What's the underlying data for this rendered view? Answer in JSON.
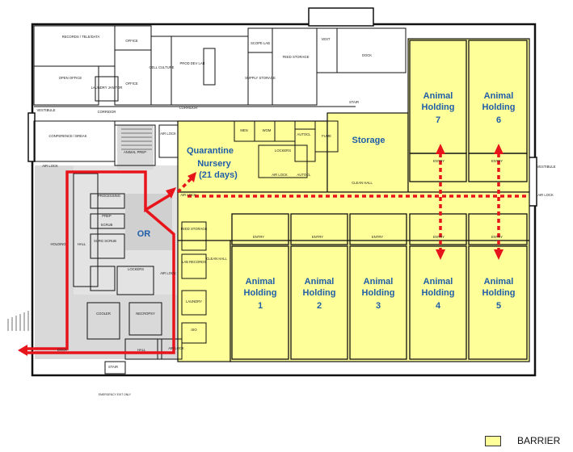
{
  "holding_rooms": [
    {
      "id": "h7",
      "line1": "Animal",
      "line2": "Holding",
      "num": "7"
    },
    {
      "id": "h6",
      "line1": "Animal",
      "line2": "Holding",
      "num": "6"
    },
    {
      "id": "h1",
      "line1": "Animal",
      "line2": "Holding",
      "num": "1"
    },
    {
      "id": "h2",
      "line1": "Animal",
      "line2": "Holding",
      "num": "2"
    },
    {
      "id": "h3",
      "line1": "Animal",
      "line2": "Holding",
      "num": "3"
    },
    {
      "id": "h4",
      "line1": "Animal",
      "line2": "Holding",
      "num": "4"
    },
    {
      "id": "h5",
      "line1": "Animal",
      "line2": "Holding",
      "num": "5"
    }
  ],
  "quarantine": {
    "line1": "Quarantine",
    "line2": "Nursery",
    "line3": "(21 days)"
  },
  "storage": "Storage",
  "or_label": "OR",
  "small_labels": {
    "records": "RECORDS / TELE/DATA",
    "office1": "OFFICE",
    "office2": "OFFICE",
    "open_office": "OPEN OFFICE",
    "laundry_janitor": "LAUNDRY JANITOR",
    "cell_culture": "CELL CULTURE",
    "prod_dev_lab": "PROD DEV LAB",
    "scope_lab": "SCOPE LAB",
    "supply_storage": "SUPPLY STORAGE",
    "feed_storage_top": "FEED STORAGE",
    "vest_top": "VEST",
    "dock_top": "DOCK",
    "vestibule_left": "VESTIBULE",
    "corridor1": "CORRIDOR",
    "corridor2": "CORRIDOR",
    "stair_top": "STAIR",
    "conference": "CONFERENCE / BREAK",
    "air_lock_left": "AIR LOCK",
    "animal_prep": "ANIMAL PREP",
    "air_lock_mid": "AIR LOCK",
    "men": "MEN",
    "wom": "WOM",
    "autocl1": "AUTOCL",
    "lockers": "LOCKERS",
    "fume": "FUME",
    "air_lock_c": "AIR LOCK",
    "autocl2": "AUTOCL",
    "clean_hall": "CLEAN HALL",
    "vestibule_right": "VESTIBULE",
    "air_lock_right": "AIR LOCK",
    "processing": "PROCESSING",
    "prep": "PREP",
    "scrub": "SCRUB",
    "surg_scrub": "SURG SCRUB",
    "holding": "HOLDING",
    "hall_left": "HALL",
    "lockers2": "LOCKERS",
    "air_lock_or": "AIR LOCK",
    "cooler": "COOLER",
    "necropsy": "NECROPSY",
    "hall_bottom": "HALL",
    "dock_bottom": "DOCK",
    "air_lock_bottom": "AIR LOCK",
    "stair_bottom": "STAIR",
    "emergency": "EMERGENCY EXIT ONLY",
    "feed_storage": "FEED STORAGE",
    "lab_records": "LAB RECORDS",
    "clean_hall2": "CLEAN HALL",
    "laundry": "LAUNDRY",
    "iso": "ISO",
    "air_lock_q": "AIR LOCK",
    "entry": "ENTRY"
  },
  "legend": {
    "label": "BARRIER",
    "color": "#ffff99"
  },
  "colors": {
    "barrier": "#ffff99",
    "gray_zone": "#d9d9d9",
    "route": "#e8141b",
    "label_blue": "#1f5ea8"
  }
}
